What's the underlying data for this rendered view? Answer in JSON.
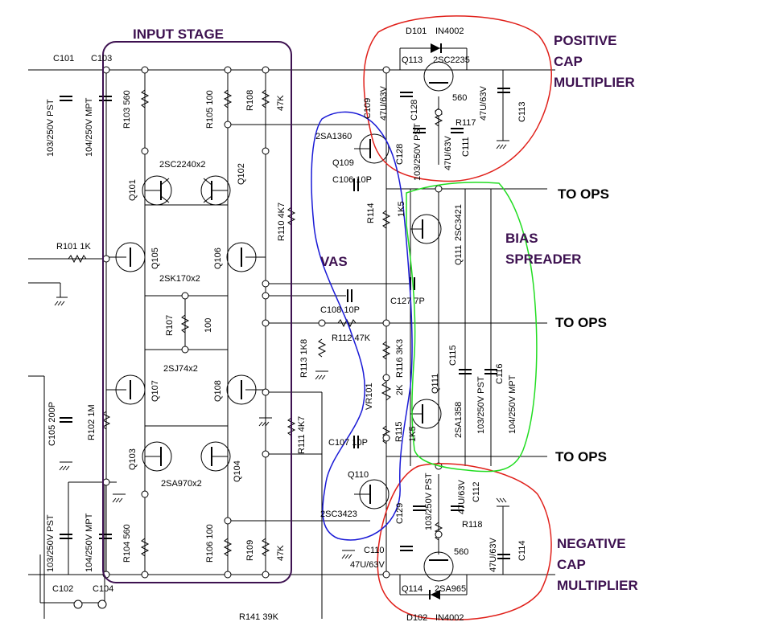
{
  "annotations": {
    "input_stage": "INPUT STAGE",
    "vas": "VAS",
    "positive_cap_multiplier": [
      "POSITIVE",
      "CAP",
      "MULTIPLIER"
    ],
    "bias_spreader": [
      "BIAS",
      "SPREADER"
    ],
    "negative_cap_multiplier": [
      "NEGATIVE",
      "CAP",
      "MULTIPLIER"
    ],
    "to_ops_1": "TO OPS",
    "to_ops_2": "TO OPS",
    "to_ops_3": "TO OPS"
  },
  "colors": {
    "red_outline": "#e0201a",
    "blue_outline": "#1a1ad6",
    "green_outline": "#22dd22",
    "purple_box": "#3d1150"
  },
  "components": {
    "c101": "C101",
    "c103": "C103",
    "c102": "C102",
    "c104": "C104",
    "c101_val": "103/250V PST",
    "c103_val": "104/250V MPT",
    "c102_val": "103/250V PST",
    "c104_val": "104/250V MPT",
    "c105": "C105 200P",
    "r102": "R102 1M",
    "r101": "R101 1K",
    "r103": "R103 560",
    "r105": "R105 100",
    "r108": "R108",
    "r108_val": "47K",
    "r104": "R104 560",
    "r106": "R106 100",
    "r109": "R109",
    "r109_val": "47K",
    "q101": "Q101",
    "q102": "Q102",
    "q101_pair": "2SC2240x2",
    "q105": "Q105",
    "q106": "Q106",
    "q105_pair": "2SK170x2",
    "r107": "R107",
    "r107_val": "100",
    "q107": "Q107",
    "q108": "Q108",
    "q107_pair": "2SJ74x2",
    "q103": "Q103",
    "q104": "Q104",
    "q103_pair": "2SA970x2",
    "r110": "R110 4K7",
    "r111": "R111 4K7",
    "q109_type": "2SA1360",
    "q109": "Q109",
    "c106": "C106 10P",
    "r114": "R114",
    "r114_val": "1K5",
    "c108": "C108 10P",
    "r112": "R112 47K",
    "r113": "R113 1K8",
    "r116": "R116 3K3",
    "vr101": "VR101",
    "vr101_val": "2K",
    "r115": "R115",
    "r115_val": "1K5",
    "c107": "C107 10P",
    "q110": "Q110",
    "q110_type": "2SC3423",
    "c129": "C129",
    "c129_val": "103/250V PST",
    "c110": "C110",
    "c110_val": "47U/63V",
    "d101": "D101",
    "d101_type": "IN4002",
    "q113": "Q113",
    "q113_type": "2SC2235",
    "c109": "C109",
    "c109_val": "47U/63V",
    "r117": "R117",
    "r117_val": "560",
    "c128": "C128",
    "c128_val": "103/250V PST",
    "c111": "C111",
    "c111_val": "47U/63V",
    "c113": "C113",
    "c113_val": "47U/63V",
    "q111": "Q111",
    "q111_type": "2SC3421",
    "c127": "C127 7P",
    "c115": "C115",
    "c115_val": "103/250V PST",
    "c116": "C116",
    "c116_val": "104/250V MPT",
    "q112": "Q111",
    "q112_type": "2SA1358",
    "c112": "C112",
    "c112_val": "47U/63V",
    "r118": "R118",
    "r118_val": "560",
    "c114": "C114",
    "c114_val": "47U/63V",
    "q114": "Q114",
    "q114_type": "2SA965",
    "d102": "D102",
    "d102_type": "IN4002",
    "r141": "R141 39K"
  }
}
